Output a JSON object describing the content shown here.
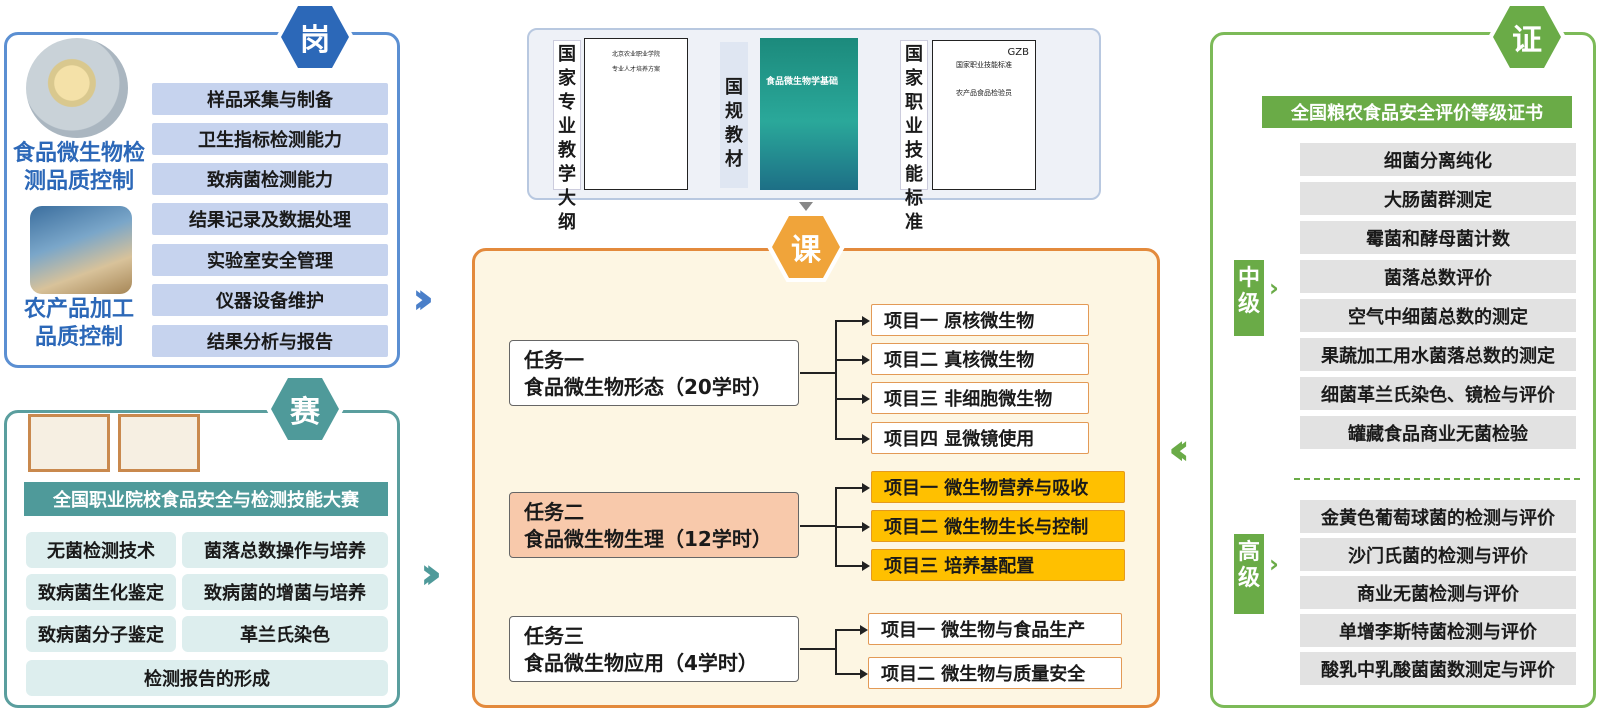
{
  "gang": {
    "badge": "岗",
    "roles": [
      "食品微生物检",
      "测品质控制",
      "农产品加工",
      "品质控制"
    ],
    "items": [
      "样品采集与制备",
      "卫生指标检测能力",
      "致病菌检测能力",
      "结果记录及数据处理",
      "实验室安全管理",
      "仪器设备维护",
      "结果分析与报告"
    ]
  },
  "sai": {
    "badge": "赛",
    "title": "全国职业院校食品安全与检测技能大赛",
    "cells": [
      "无菌检测技术",
      "菌落总数操作与培养",
      "致病菌生化鉴定",
      "致病菌的增菌与培养",
      "致病菌分子鉴定",
      "革兰氏染色",
      "检测报告的形成"
    ]
  },
  "ke": {
    "badge": "课",
    "materials": {
      "label_a": "国家专业教学大纲",
      "label_b": "国规教材",
      "label_c": "国家职业技能标准",
      "doc_a_title": "北京农业职业学院",
      "doc_a_sub": "专业人才培养方案",
      "book_title": "食品微生物学基础",
      "doc_c_code": "GZB",
      "doc_c_title": "国家职业技能标准",
      "doc_c_sub": "农产品食品检验员"
    },
    "tasks": [
      {
        "line1": "任务一",
        "line2": "食品微生物形态（20学时）",
        "projects": [
          "项目一  原核微生物",
          "项目二  真核微生物",
          "项目三  非细胞微生物",
          "项目四  显微镜使用"
        ]
      },
      {
        "line1": "任务二",
        "line2": "食品微生物生理（12学时）",
        "projects": [
          "项目一  微生物营养与吸收",
          "项目二  微生物生长与控制",
          "项目三  培养基配置"
        ]
      },
      {
        "line1": "任务三",
        "line2": "食品微生物应用（4学时）",
        "projects": [
          "项目一  微生物与食品生产",
          "项目二  微生物与质量安全"
        ]
      }
    ]
  },
  "zheng": {
    "badge": "证",
    "title": "全国粮农食品安全评价等级证书",
    "mid_label": "中级",
    "high_label": "高级",
    "mid_items": [
      "细菌分离纯化",
      "大肠菌群测定",
      "霉菌和酵母菌计数",
      "菌落总数评价",
      "空气中细菌总数的测定",
      "果蔬加工用水菌落总数的测定",
      "细菌革兰氏染色、镜检与评价",
      "罐藏食品商业无菌检验"
    ],
    "high_items": [
      "金黄色葡萄球菌的检测与评价",
      "沙门氏菌的检测与评价",
      "商业无菌检测与评价",
      "单增李斯特菌检测与评价",
      "酸乳中乳酸菌菌数测定与评价"
    ]
  },
  "colors": {
    "gang": "#4a7fc9",
    "sai": "#4f9a9a",
    "ke": "#e38a3c",
    "zheng": "#6aab47",
    "highlight": "#ffc000"
  }
}
